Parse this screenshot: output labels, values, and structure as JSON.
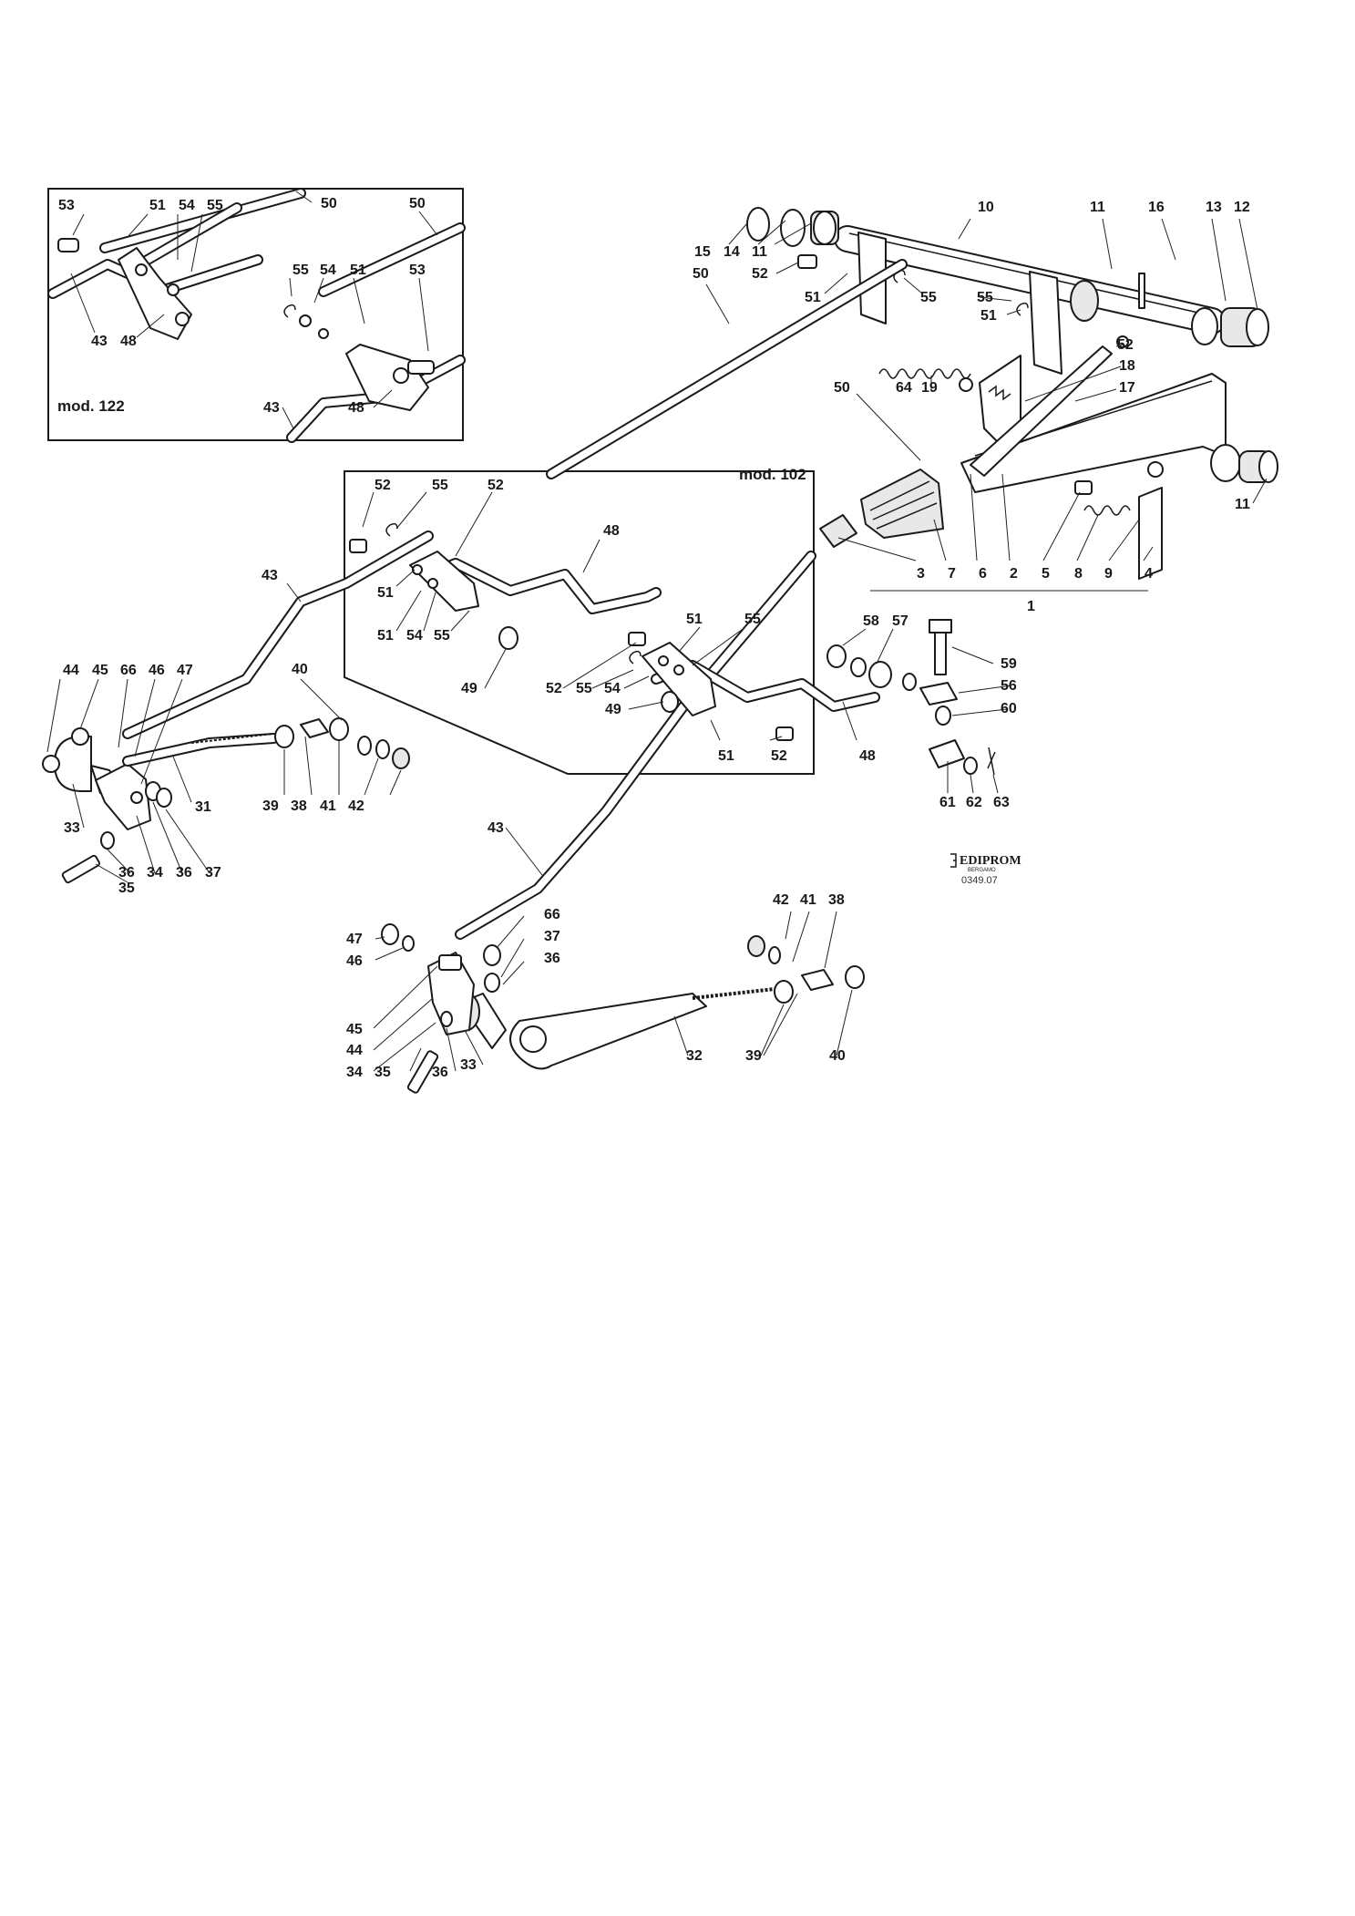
{
  "inset_labels": {
    "mod122": "mod. 122",
    "mod102": "mod. 102"
  },
  "logo": {
    "brand": "EDIPROM",
    "city": "BERGAMO",
    "code": "0349.07"
  },
  "callouts": [
    {
      "id": "c-i122-53a",
      "text": "53"
    },
    {
      "id": "c-i122-51a",
      "text": "51"
    },
    {
      "id": "c-i122-54a",
      "text": "54"
    },
    {
      "id": "c-i122-55a",
      "text": "55"
    },
    {
      "id": "c-i122-50a",
      "text": "50"
    },
    {
      "id": "c-i122-50b",
      "text": "50"
    },
    {
      "id": "c-i122-55b",
      "text": "55"
    },
    {
      "id": "c-i122-54b",
      "text": "54"
    },
    {
      "id": "c-i122-51b",
      "text": "51"
    },
    {
      "id": "c-i122-53b",
      "text": "53"
    },
    {
      "id": "c-i122-43a",
      "text": "43"
    },
    {
      "id": "c-i122-48a",
      "text": "48"
    },
    {
      "id": "c-i122-43b",
      "text": "43"
    },
    {
      "id": "c-i122-48b",
      "text": "48"
    },
    {
      "id": "c-10",
      "text": "10"
    },
    {
      "id": "c-11a",
      "text": "11"
    },
    {
      "id": "c-16",
      "text": "16"
    },
    {
      "id": "c-13",
      "text": "13"
    },
    {
      "id": "c-12",
      "text": "12"
    },
    {
      "id": "c-15",
      "text": "15"
    },
    {
      "id": "c-14",
      "text": "14"
    },
    {
      "id": "c-11b",
      "text": "11"
    },
    {
      "id": "c-52a",
      "text": "52"
    },
    {
      "id": "c-50a",
      "text": "50"
    },
    {
      "id": "c-51a",
      "text": "51"
    },
    {
      "id": "c-55a",
      "text": "55"
    },
    {
      "id": "c-55b",
      "text": "55"
    },
    {
      "id": "c-51b",
      "text": "51"
    },
    {
      "id": "c-52b",
      "text": "52"
    },
    {
      "id": "c-18",
      "text": "18"
    },
    {
      "id": "c-17",
      "text": "17"
    },
    {
      "id": "c-50b",
      "text": "50"
    },
    {
      "id": "c-64",
      "text": "64"
    },
    {
      "id": "c-19",
      "text": "19"
    },
    {
      "id": "c-11c",
      "text": "11"
    },
    {
      "id": "c-3",
      "text": "3"
    },
    {
      "id": "c-7",
      "text": "7"
    },
    {
      "id": "c-6",
      "text": "6"
    },
    {
      "id": "c-2",
      "text": "2"
    },
    {
      "id": "c-5",
      "text": "5"
    },
    {
      "id": "c-8",
      "text": "8"
    },
    {
      "id": "c-9",
      "text": "9"
    },
    {
      "id": "c-4",
      "text": "4"
    },
    {
      "id": "c-1",
      "text": "1"
    },
    {
      "id": "c-i102-52a",
      "text": "52"
    },
    {
      "id": "c-i102-55a",
      "text": "55"
    },
    {
      "id": "c-i102-52b",
      "text": "52"
    },
    {
      "id": "c-i102-48a",
      "text": "48"
    },
    {
      "id": "c-i102-51a",
      "text": "51"
    },
    {
      "id": "c-i102-51b",
      "text": "51"
    },
    {
      "id": "c-i102-54a",
      "text": "54"
    },
    {
      "id": "c-i102-55b",
      "text": "55"
    },
    {
      "id": "c-i102-49a",
      "text": "49"
    },
    {
      "id": "c-i102-51c",
      "text": "51"
    },
    {
      "id": "c-i102-55c",
      "text": "55"
    },
    {
      "id": "c-i102-52c",
      "text": "52"
    },
    {
      "id": "c-i102-55d",
      "text": "55"
    },
    {
      "id": "c-i102-54b",
      "text": "54"
    },
    {
      "id": "c-i102-49b",
      "text": "49"
    },
    {
      "id": "c-i102-51d",
      "text": "51"
    },
    {
      "id": "c-i102-52d",
      "text": "52"
    },
    {
      "id": "c-i102-48b",
      "text": "48"
    },
    {
      "id": "c-43a",
      "text": "43"
    },
    {
      "id": "c-44a",
      "text": "44"
    },
    {
      "id": "c-45a",
      "text": "45"
    },
    {
      "id": "c-66a",
      "text": "66"
    },
    {
      "id": "c-46a",
      "text": "46"
    },
    {
      "id": "c-47a",
      "text": "47"
    },
    {
      "id": "c-40a",
      "text": "40"
    },
    {
      "id": "c-33a",
      "text": "33"
    },
    {
      "id": "c-31",
      "text": "31"
    },
    {
      "id": "c-39a",
      "text": "39"
    },
    {
      "id": "c-38a",
      "text": "38"
    },
    {
      "id": "c-41a",
      "text": "41"
    },
    {
      "id": "c-42a",
      "text": "42"
    },
    {
      "id": "c-36a",
      "text": "36"
    },
    {
      "id": "c-34a",
      "text": "34"
    },
    {
      "id": "c-36b",
      "text": "36"
    },
    {
      "id": "c-37a",
      "text": "37"
    },
    {
      "id": "c-35a",
      "text": "35"
    },
    {
      "id": "c-58",
      "text": "58"
    },
    {
      "id": "c-57",
      "text": "57"
    },
    {
      "id": "c-59",
      "text": "59"
    },
    {
      "id": "c-56",
      "text": "56"
    },
    {
      "id": "c-60",
      "text": "60"
    },
    {
      "id": "c-61",
      "text": "61"
    },
    {
      "id": "c-62",
      "text": "62"
    },
    {
      "id": "c-63",
      "text": "63"
    },
    {
      "id": "c-43b",
      "text": "43"
    },
    {
      "id": "c-66b",
      "text": "66"
    },
    {
      "id": "c-37b",
      "text": "37"
    },
    {
      "id": "c-36c",
      "text": "36"
    },
    {
      "id": "c-47b",
      "text": "47"
    },
    {
      "id": "c-46b",
      "text": "46"
    },
    {
      "id": "c-45b",
      "text": "45"
    },
    {
      "id": "c-44b",
      "text": "44"
    },
    {
      "id": "c-34b",
      "text": "34"
    },
    {
      "id": "c-35b",
      "text": "35"
    },
    {
      "id": "c-36d",
      "text": "36"
    },
    {
      "id": "c-33b",
      "text": "33"
    },
    {
      "id": "c-32",
      "text": "32"
    },
    {
      "id": "c-42b",
      "text": "42"
    },
    {
      "id": "c-41b",
      "text": "41"
    },
    {
      "id": "c-38b",
      "text": "38"
    },
    {
      "id": "c-39b",
      "text": "39"
    },
    {
      "id": "c-40b",
      "text": "40"
    }
  ]
}
